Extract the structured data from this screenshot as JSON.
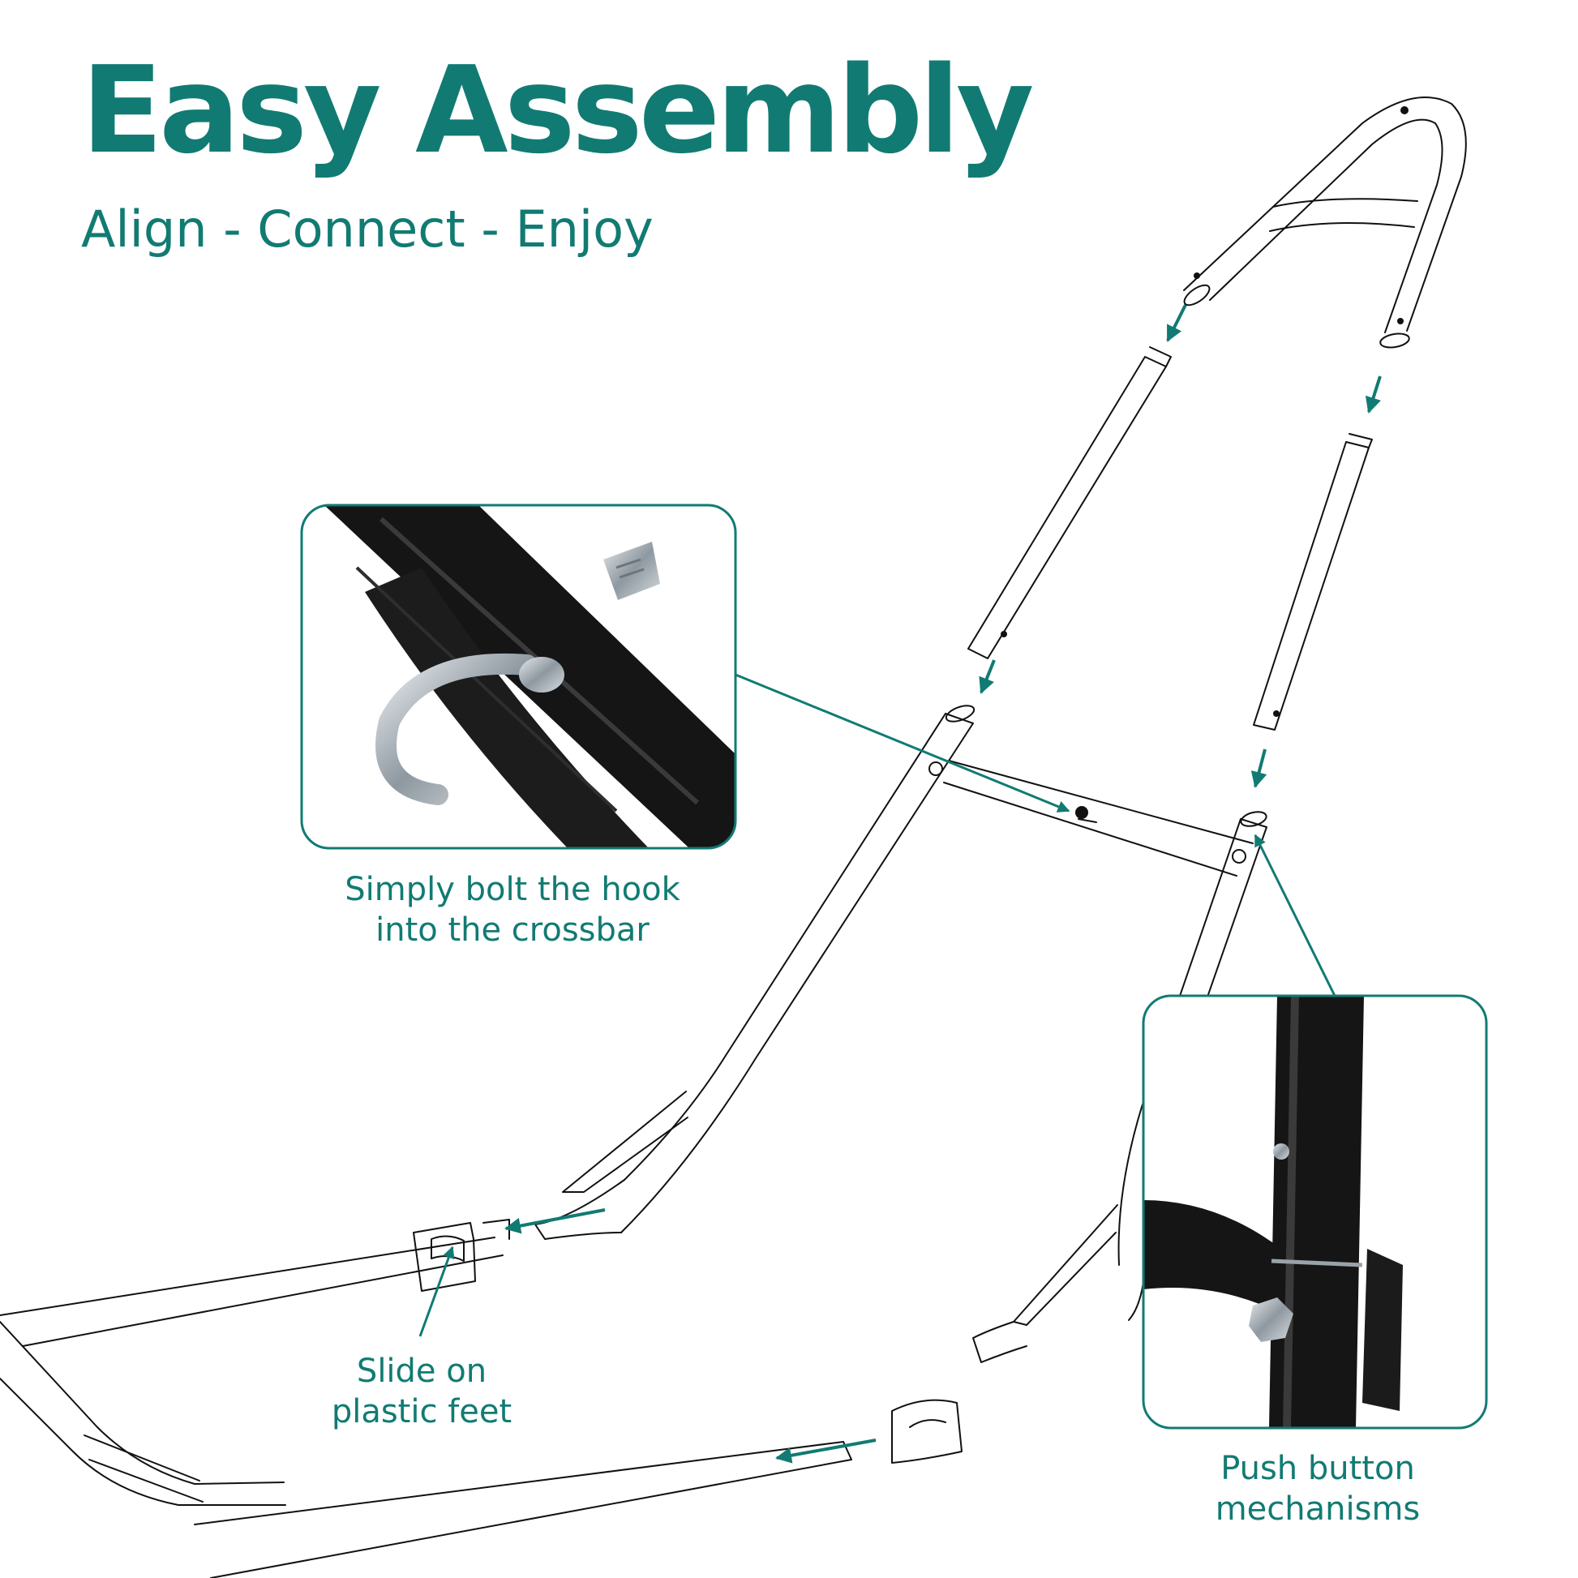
{
  "header": {
    "title": "Easy Assembly",
    "subtitle": "Align - Connect - Enjoy"
  },
  "callouts": {
    "hook": {
      "line1": "Simply bolt the hook",
      "line2": "into the crossbar"
    },
    "feet": {
      "line1": "Slide on",
      "line2": "plastic feet"
    },
    "push": {
      "line1": "Push button",
      "line2": "mechanisms"
    }
  },
  "colors": {
    "accent": "#117b73",
    "line_art": "#111111",
    "metal_dark": "#151515",
    "background": "#ffffff"
  },
  "icons": {
    "inset_hook": "hook-bolt-photo-icon",
    "inset_push": "push-button-photo-icon"
  }
}
